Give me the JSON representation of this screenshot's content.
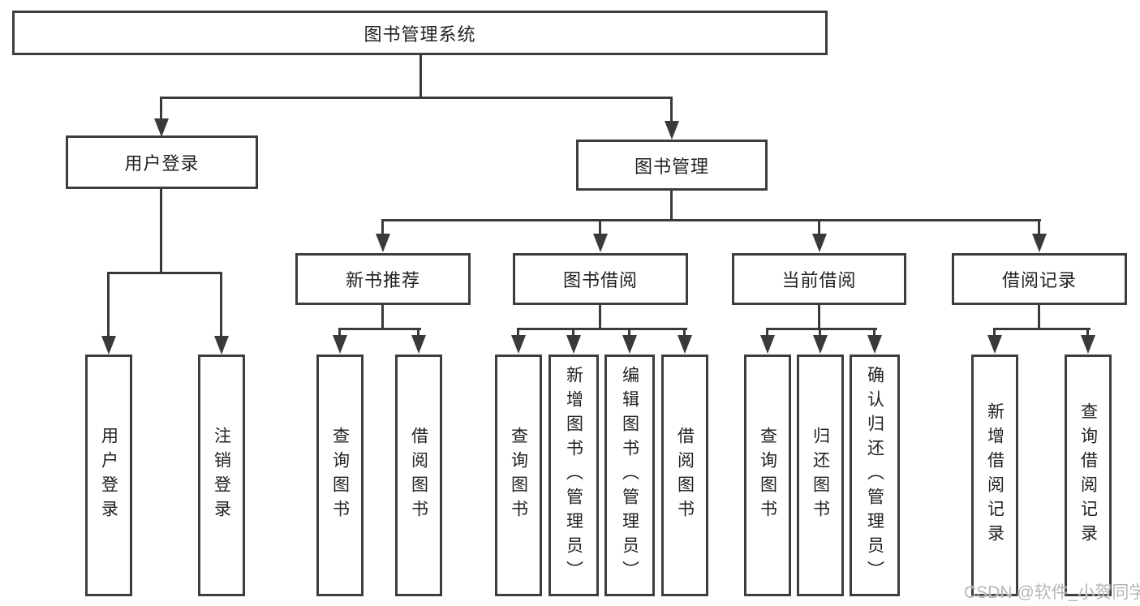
{
  "diagram_title": "图书管理系统",
  "tree": {
    "root": {
      "label": "图书管理系统"
    },
    "branches": [
      {
        "label": "用户登录",
        "children": [
          {
            "label": "用户登录"
          },
          {
            "label": "注销登录"
          }
        ]
      },
      {
        "label": "图书管理",
        "children": [
          {
            "label": "新书推荐",
            "children": [
              {
                "label": "查询图书"
              },
              {
                "label": "借阅图书"
              }
            ]
          },
          {
            "label": "图书借阅",
            "children": [
              {
                "label": "查询图书"
              },
              {
                "label": "新增图书（管理员）"
              },
              {
                "label": "编辑图书（管理员）"
              },
              {
                "label": "借阅图书"
              }
            ]
          },
          {
            "label": "当前借阅",
            "children": [
              {
                "label": "查询图书"
              },
              {
                "label": "归还图书"
              },
              {
                "label": "确认归还（管理员）"
              }
            ]
          },
          {
            "label": "借阅记录",
            "children": [
              {
                "label": "新增借阅记录"
              },
              {
                "label": "查询借阅记录"
              }
            ]
          }
        ]
      }
    ]
  },
  "watermark": {
    "text": "CSDN @软件_小贺同学"
  },
  "colors": {
    "line": "#3a3a3a",
    "box_border": "#3d3d3d",
    "text": "#212121",
    "watermark": "#b6b6b6",
    "background": "#ffffff"
  }
}
